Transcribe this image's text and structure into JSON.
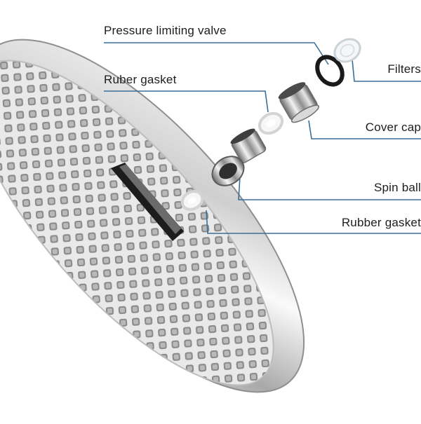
{
  "labels": {
    "pressure_valve": "Pressure limiting valve",
    "ruber_gasket": "Ruber gasket",
    "filters": "Filters",
    "cover_cap": "Cover cap",
    "spin_ball": "Spin ball",
    "rubber_gasket": "Rubber gasket"
  },
  "colors": {
    "leader_line": "#3a6f98",
    "chrome_dark": "#5c5c5c",
    "chrome_light": "#f4f4f4",
    "nozzle": "#7d7d7d"
  }
}
